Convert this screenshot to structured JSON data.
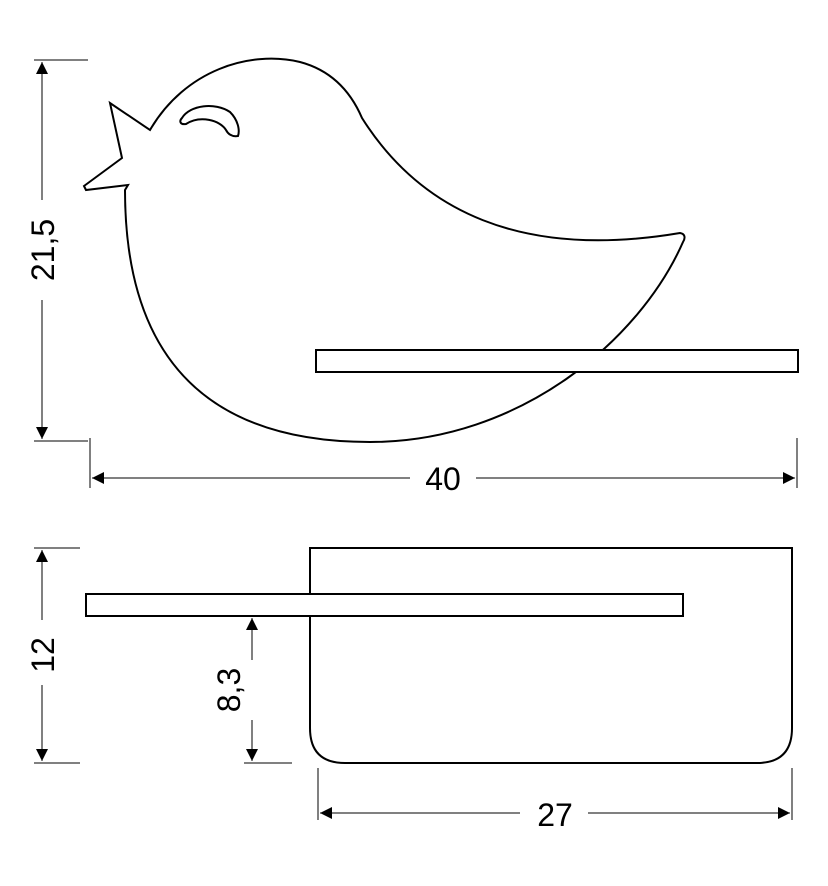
{
  "dimensions": {
    "height_top": "21,5",
    "width_top": "40",
    "height_side": "12",
    "shelf_height": "8,3",
    "depth_side": "27"
  },
  "colors": {
    "line": "#000000",
    "background": "#ffffff"
  }
}
